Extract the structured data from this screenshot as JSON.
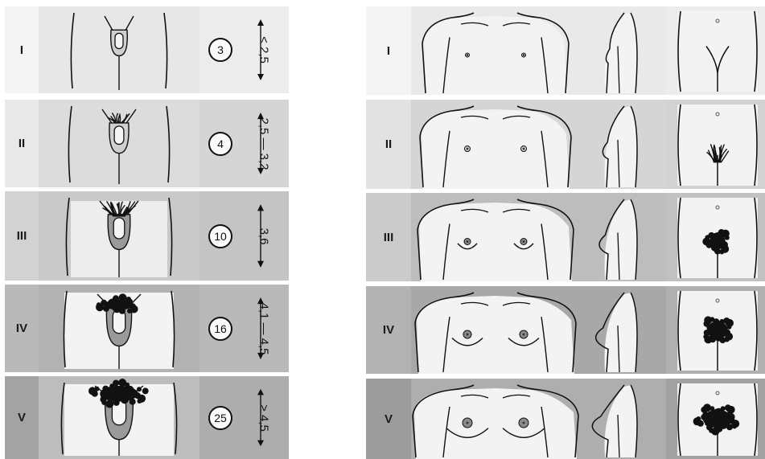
{
  "male": {
    "rows": [
      {
        "stage": "I",
        "volume": "3",
        "length": "< 2,5",
        "shades": [
          "#f4f4f4",
          "#e7e7e7",
          "#ececec"
        ]
      },
      {
        "stage": "II",
        "volume": "4",
        "length": "2,5 — 3,2",
        "shades": [
          "#e9e9e9",
          "#dcdcdc",
          "#d5d5d5"
        ]
      },
      {
        "stage": "III",
        "volume": "10",
        "length": "3,6",
        "shades": [
          "#d2d2d2",
          "#c9c9c9",
          "#c4c4c4"
        ]
      },
      {
        "stage": "IV",
        "volume": "16",
        "length": "4,1 — 4,5",
        "shades": [
          "#b9b9b9",
          "#b2b2b2",
          "#b9b9b9"
        ]
      },
      {
        "stage": "V",
        "volume": "25",
        "length": "> 4,5",
        "shades": [
          "#a3a3a3",
          "#bdbdbd",
          "#adadad"
        ]
      }
    ]
  },
  "female": {
    "rows": [
      {
        "stage": "I",
        "shades": [
          "#f4f4f4",
          "#e9e9e9",
          "#ececec"
        ]
      },
      {
        "stage": "II",
        "shades": [
          "#e2e2e2",
          "#d5d5d5",
          "#d2d2d2"
        ]
      },
      {
        "stage": "III",
        "shades": [
          "#cbcbcb",
          "#bdbdbd",
          "#c1c1c1"
        ]
      },
      {
        "stage": "IV",
        "shades": [
          "#b3b3b3",
          "#a8a8a8",
          "#b0b0b0"
        ]
      },
      {
        "stage": "V",
        "shades": [
          "#9c9c9c",
          "#aeaeae",
          "#a2a2a2"
        ]
      }
    ]
  }
}
